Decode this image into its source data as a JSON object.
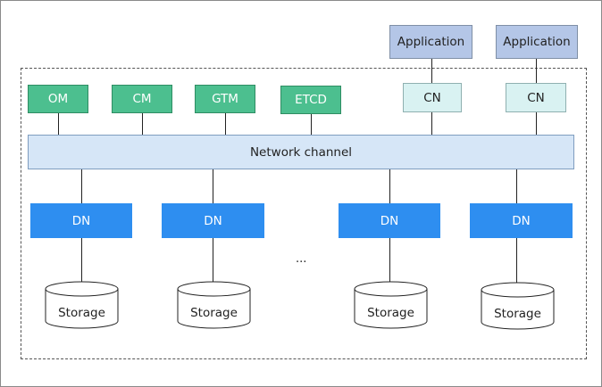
{
  "applications": [
    "Application",
    "Application"
  ],
  "coordinators": [
    "CN",
    "CN"
  ],
  "management": [
    "OM",
    "CM",
    "GTM",
    "ETCD"
  ],
  "network": "Network channel",
  "datanodes": [
    "DN",
    "DN",
    "DN",
    "DN"
  ],
  "storages": [
    "Storage",
    "Storage",
    "Storage",
    "Storage"
  ],
  "ellipsis": "...",
  "colors": {
    "application": "#b4c6e7",
    "cn": "#d9f2f2",
    "management": "#4cbf8f",
    "network": "#d6e6f7",
    "dn": "#2e8ef0"
  }
}
